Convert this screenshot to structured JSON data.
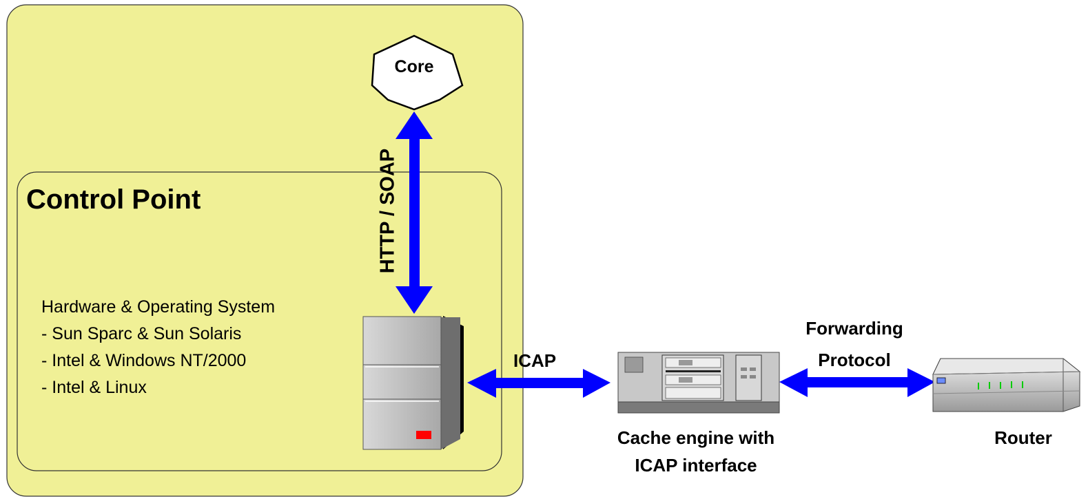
{
  "colors": {
    "outer_fill": "#f0f096",
    "arrow": "#0000ff",
    "box_border": "#333333",
    "core_fill": "#ffffff",
    "server_fill": "#c0c0c0",
    "led_red": "#ff0000",
    "led_green": "#00cc00"
  },
  "core": {
    "label": "Core",
    "icon": "heptagon-shape"
  },
  "control_point": {
    "title": "Control Point"
  },
  "links": {
    "http_soap": "HTTP / SOAP",
    "icap": "ICAP",
    "forwarding_line1": "Forwarding",
    "forwarding_line2": "Protocol"
  },
  "hardware": {
    "heading": "Hardware & Operating System",
    "items": [
      "- Sun Sparc & Sun Solaris",
      "- Intel & Windows NT/2000",
      "- Intel & Linux"
    ]
  },
  "cache_engine": {
    "line1": "Cache engine with",
    "line2": "ICAP interface",
    "icon": "server-chassis-icon"
  },
  "router": {
    "label": "Router",
    "icon": "router-icon"
  },
  "server_icon": "tower-server-icon"
}
